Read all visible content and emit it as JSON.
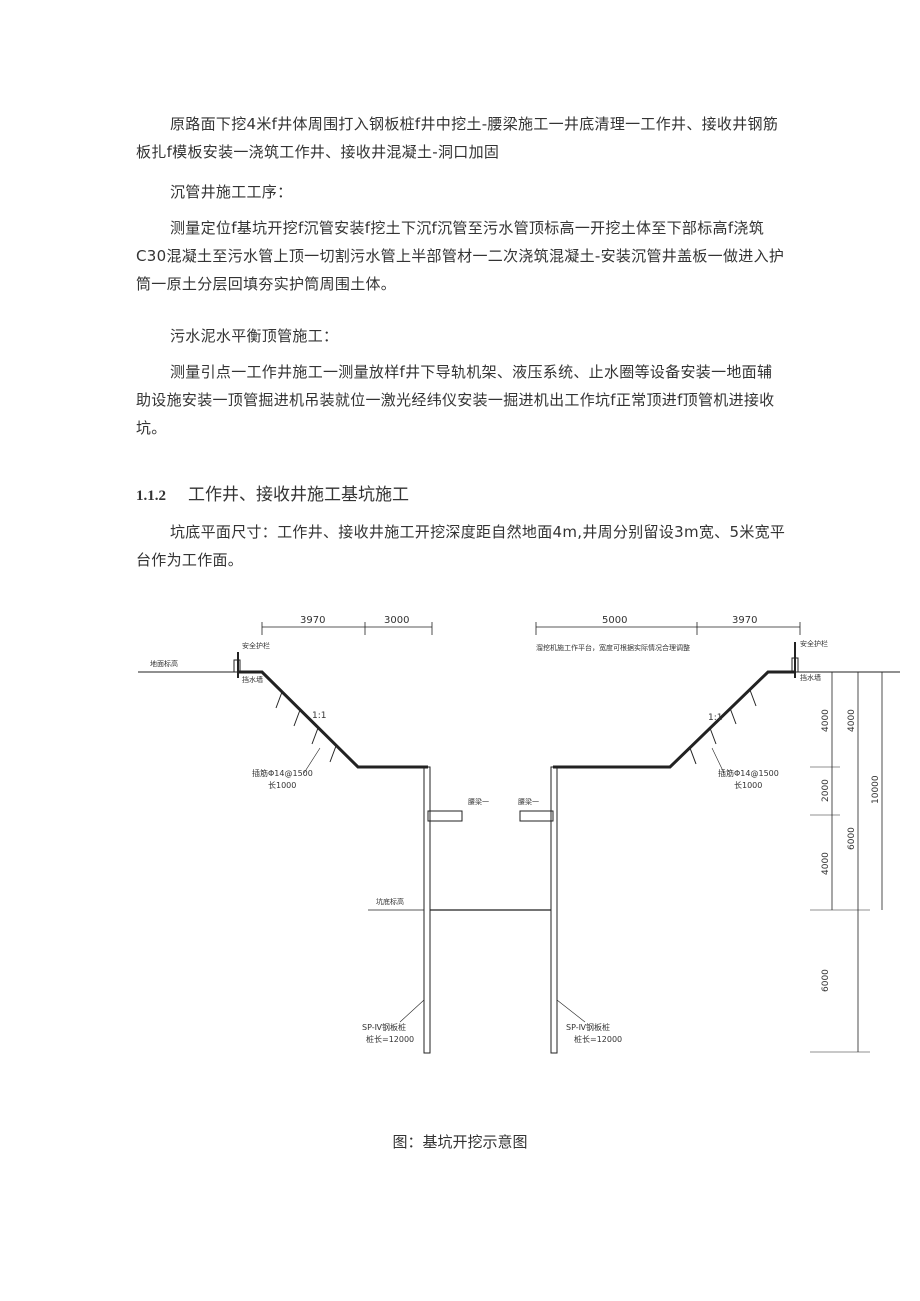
{
  "paragraphs": [
    "原路面下挖4米f井体周围打入钢板桩f井中挖土-腰梁施工一井底清理一工作井、接收井钢筋板扎f模板安装一浇筑工作井、接收井混凝土-洞口加固",
    "沉管井施工工序：",
    "测量定位f基坑开挖f沉管安装f挖土下沉f沉管至污水管顶标高一开挖土体至下部标高f浇筑C30混凝土至污水管上顶一切割污水管上半部管材一二次浇筑混凝土-安装沉管井盖板一做进入护筒一原土分层回填夯实护筒周围土体。",
    "污水泥水平衡顶管施工：",
    "测量引点一工作井施工一测量放样f井下导轨机架、液压系统、止水圈等设备安装一地面辅助设施安装一顶管掘进机吊装就位一激光经纬仪安装一掘进机出工作坑f正常顶进f顶管机进接收坑。"
  ],
  "section": {
    "number": "1.1.2",
    "title": "工作井、接收井施工基坑施工"
  },
  "paragraph_after": "坑底平面尺寸：工作井、接收井施工开挖深度距自然地面4m,井周分别留设3m宽、5米宽平台作为工作面。",
  "figure": {
    "left": {
      "dims": [
        "3970",
        "3000"
      ],
      "railing": "安全护栏",
      "ground": "地面标高",
      "drain": "挡水墙",
      "slope": "1:1",
      "anchor1": "插筋Φ14@1500",
      "anchor2": "长1000",
      "waler": "腰梁一",
      "bottom": "坑底标高",
      "pile1": "SP-Ⅳ钢板桩",
      "pile2": "桩长=12000"
    },
    "right": {
      "dims": [
        "5000",
        "3970"
      ],
      "note": "溜挖机施工作平台，宽度可根据实际情况合理调整",
      "railing": "安全护栏",
      "drain": "挡水墙",
      "slope": "1:1",
      "anchor1": "插筋Φ14@1500",
      "anchor2": "长1000",
      "waler": "腰梁一",
      "pile1": "SP-Ⅳ钢板桩",
      "pile2": "桩长=12000"
    },
    "vertical_dims": {
      "a": [
        "4000",
        "2000",
        "4000",
        "6000"
      ],
      "b": [
        "4000",
        "6000"
      ],
      "total": "10000"
    }
  },
  "caption": "图：基坑开挖示意图"
}
